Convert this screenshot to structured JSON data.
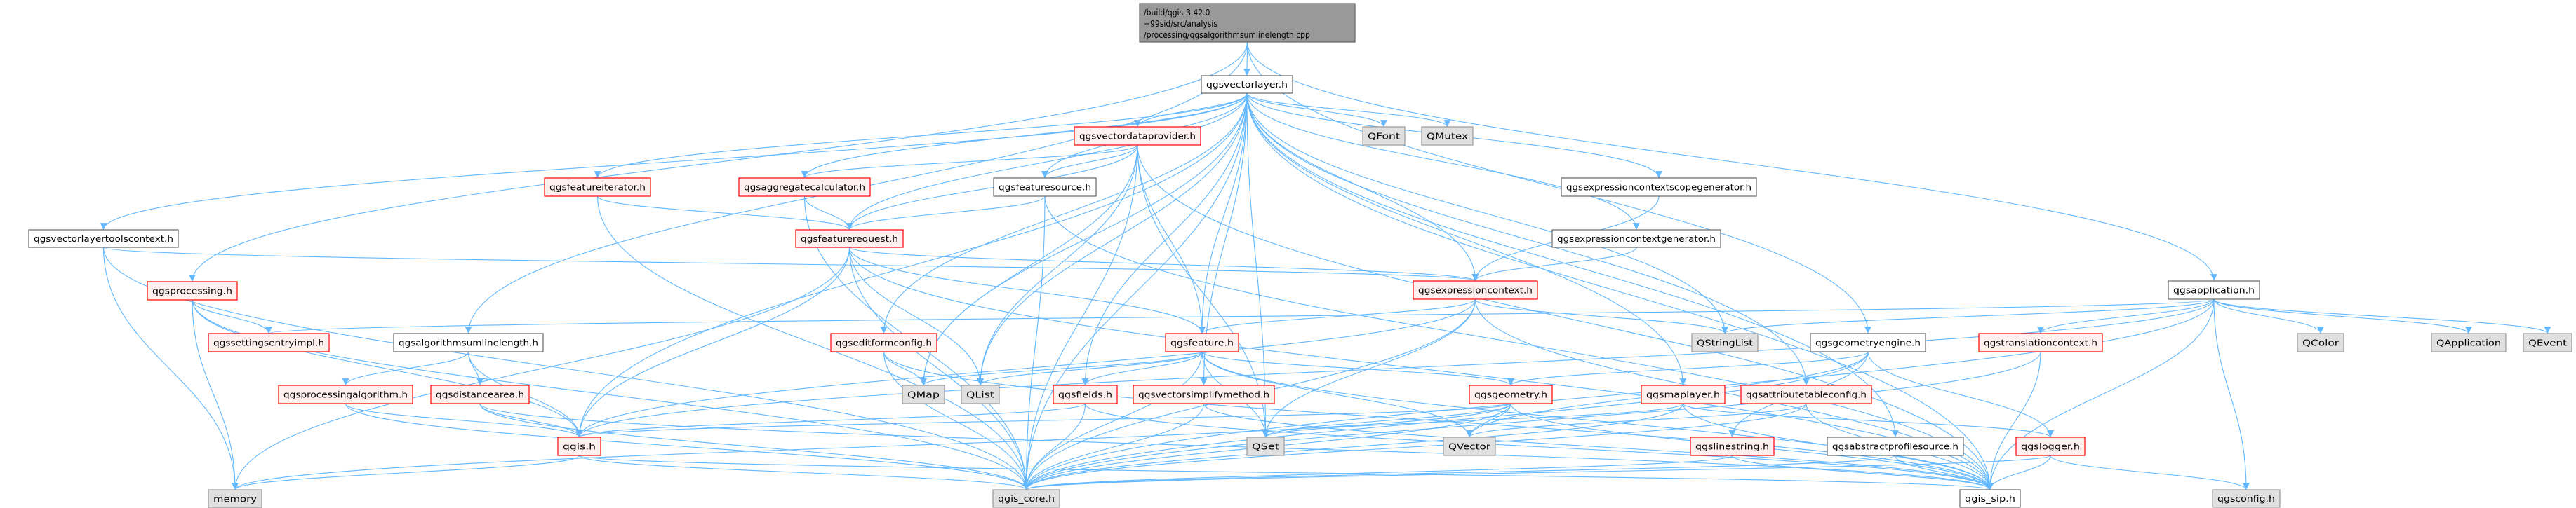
{
  "root": {
    "id": "root",
    "lines": [
      "/build/qgis-3.42.0",
      "+99sid/src/analysis",
      "/processing/qgsalgorithmsumlinelength.cpp"
    ]
  },
  "colors": {
    "edge": "#63b8ff",
    "red_border": "#ff0000",
    "red_fill": "#fff0f0",
    "gray_fill": "#e0e0e0",
    "root_fill": "#999999"
  },
  "nodes": [
    {
      "id": "vectorlayer",
      "label": "qgsvectorlayer.h",
      "style": "white"
    },
    {
      "id": "vectordataprovider",
      "label": "qgsvectordataprovider.h",
      "style": "red"
    },
    {
      "id": "QFont",
      "label": "QFont",
      "style": "gray"
    },
    {
      "id": "QMutex",
      "label": "QMutex",
      "style": "gray"
    },
    {
      "id": "aggregatecalculator",
      "label": "qgsaggregatecalculator.h",
      "style": "red"
    },
    {
      "id": "featuresource",
      "label": "qgsfeaturesource.h",
      "style": "white"
    },
    {
      "id": "featureiterator",
      "label": "qgsfeatureiterator.h",
      "style": "red"
    },
    {
      "id": "exprscopegen",
      "label": "qgsexpressioncontextscopegenerator.h",
      "style": "white"
    },
    {
      "id": "featurerequest",
      "label": "qgsfeaturerequest.h",
      "style": "red"
    },
    {
      "id": "vltoolscontext",
      "label": "qgsvectorlayertoolscontext.h",
      "style": "white"
    },
    {
      "id": "exprcontextgen",
      "label": "qgsexpressioncontextgenerator.h",
      "style": "white"
    },
    {
      "id": "processing",
      "label": "qgsprocessing.h",
      "style": "red"
    },
    {
      "id": "exprcontext",
      "label": "qgsexpressioncontext.h",
      "style": "red"
    },
    {
      "id": "application",
      "label": "qgsapplication.h",
      "style": "white"
    },
    {
      "id": "settingsentryimpl",
      "label": "qgssettingsentryimpl.h",
      "style": "red"
    },
    {
      "id": "algsumlinelength",
      "label": "qgsalgorithmsumlinelength.h",
      "style": "white"
    },
    {
      "id": "editformconfig",
      "label": "qgseditformconfig.h",
      "style": "red"
    },
    {
      "id": "feature",
      "label": "qgsfeature.h",
      "style": "red"
    },
    {
      "id": "QStringList",
      "label": "QStringList",
      "style": "gray"
    },
    {
      "id": "geometryengine",
      "label": "qgsgeometryengine.h",
      "style": "white"
    },
    {
      "id": "translationcontext",
      "label": "qgstranslationcontext.h",
      "style": "red"
    },
    {
      "id": "QColor",
      "label": "QColor",
      "style": "gray"
    },
    {
      "id": "QApplication",
      "label": "QApplication",
      "style": "gray"
    },
    {
      "id": "QEvent",
      "label": "QEvent",
      "style": "gray"
    },
    {
      "id": "processingalgorithm",
      "label": "qgsprocessingalgorithm.h",
      "style": "red"
    },
    {
      "id": "distancearea",
      "label": "qgsdistancearea.h",
      "style": "red"
    },
    {
      "id": "QMap",
      "label": "QMap",
      "style": "gray"
    },
    {
      "id": "QList",
      "label": "QList",
      "style": "gray"
    },
    {
      "id": "fields",
      "label": "qgsfields.h",
      "style": "red"
    },
    {
      "id": "vectorsimplify",
      "label": "qgsvectorsimplifymethod.h",
      "style": "red"
    },
    {
      "id": "geometry",
      "label": "qgsgeometry.h",
      "style": "red"
    },
    {
      "id": "maplayer",
      "label": "qgsmaplayer.h",
      "style": "red"
    },
    {
      "id": "attrtableconfig",
      "label": "qgsattributetableconfig.h",
      "style": "red"
    },
    {
      "id": "qgis",
      "label": "qgis.h",
      "style": "red"
    },
    {
      "id": "QSet",
      "label": "QSet",
      "style": "gray"
    },
    {
      "id": "QVector",
      "label": "QVector",
      "style": "gray"
    },
    {
      "id": "linestring",
      "label": "qgslinestring.h",
      "style": "red"
    },
    {
      "id": "abstractprofilesource",
      "label": "qgsabstractprofilesource.h",
      "style": "white"
    },
    {
      "id": "logger",
      "label": "qgslogger.h",
      "style": "red"
    },
    {
      "id": "memory",
      "label": "memory",
      "style": "gray"
    },
    {
      "id": "qgis_core",
      "label": "qgis_core.h",
      "style": "gray"
    },
    {
      "id": "qgis_sip",
      "label": "qgis_sip.h",
      "style": "white"
    },
    {
      "id": "qgsconfig",
      "label": "qgsconfig.h",
      "style": "gray"
    }
  ],
  "edges": [
    [
      "root",
      "vectorlayer"
    ],
    [
      "root",
      "processing"
    ],
    [
      "root",
      "algsumlinelength"
    ],
    [
      "root",
      "application"
    ],
    [
      "root",
      "geometryengine"
    ],
    [
      "vectorlayer",
      "vectordataprovider"
    ],
    [
      "vectorlayer",
      "QFont"
    ],
    [
      "vectorlayer",
      "QMutex"
    ],
    [
      "vectorlayer",
      "aggregatecalculator"
    ],
    [
      "vectorlayer",
      "featuresource"
    ],
    [
      "vectorlayer",
      "featureiterator"
    ],
    [
      "vectorlayer",
      "exprscopegen"
    ],
    [
      "vectorlayer",
      "featurerequest"
    ],
    [
      "vectorlayer",
      "vltoolscontext"
    ],
    [
      "vectorlayer",
      "exprcontextgen"
    ],
    [
      "vectorlayer",
      "exprcontext"
    ],
    [
      "vectorlayer",
      "editformconfig"
    ],
    [
      "vectorlayer",
      "feature"
    ],
    [
      "vectorlayer",
      "QStringList"
    ],
    [
      "vectorlayer",
      "QMap"
    ],
    [
      "vectorlayer",
      "QList"
    ],
    [
      "vectorlayer",
      "fields"
    ],
    [
      "vectorlayer",
      "vectorsimplify"
    ],
    [
      "vectorlayer",
      "maplayer"
    ],
    [
      "vectorlayer",
      "attrtableconfig"
    ],
    [
      "vectorlayer",
      "qgis"
    ],
    [
      "vectorlayer",
      "QSet"
    ],
    [
      "vectorlayer",
      "abstractprofilesource"
    ],
    [
      "vectorlayer",
      "qgis_core"
    ],
    [
      "vectorlayer",
      "qgis_sip"
    ],
    [
      "vectordataprovider",
      "aggregatecalculator"
    ],
    [
      "vectordataprovider",
      "featuresource"
    ],
    [
      "vectordataprovider",
      "featurerequest"
    ],
    [
      "vectordataprovider",
      "feature"
    ],
    [
      "vectordataprovider",
      "QMap"
    ],
    [
      "vectordataprovider",
      "QList"
    ],
    [
      "vectordataprovider",
      "QSet"
    ],
    [
      "vectordataprovider",
      "qgis_core"
    ],
    [
      "vectordataprovider",
      "qgis_sip"
    ],
    [
      "aggregatecalculator",
      "featurerequest"
    ],
    [
      "aggregatecalculator",
      "qgis_core"
    ],
    [
      "featuresource",
      "featurerequest"
    ],
    [
      "featuresource",
      "qgis_core"
    ],
    [
      "featuresource",
      "qgis_sip"
    ],
    [
      "featureiterator",
      "featurerequest"
    ],
    [
      "featureiterator",
      "qgis_core"
    ],
    [
      "featurerequest",
      "exprcontext"
    ],
    [
      "featurerequest",
      "feature"
    ],
    [
      "featurerequest",
      "QList"
    ],
    [
      "featurerequest",
      "qgis"
    ],
    [
      "featurerequest",
      "memory"
    ],
    [
      "featurerequest",
      "qgis_core"
    ],
    [
      "featurerequest",
      "qgis_sip"
    ],
    [
      "vltoolscontext",
      "exprcontext"
    ],
    [
      "vltoolscontext",
      "memory"
    ],
    [
      "vltoolscontext",
      "qgis_core"
    ],
    [
      "exprscopegen",
      "exprcontext"
    ],
    [
      "exprcontextgen",
      "exprcontext"
    ],
    [
      "processing",
      "settingsentryimpl"
    ],
    [
      "processing",
      "qgis"
    ],
    [
      "processing",
      "memory"
    ],
    [
      "processing",
      "qgis_core"
    ],
    [
      "algsumlinelength",
      "processingalgorithm"
    ],
    [
      "algsumlinelength",
      "distancearea"
    ],
    [
      "algsumlinelength",
      "qgis"
    ],
    [
      "processingalgorithm",
      "qgis"
    ],
    [
      "processingalgorithm",
      "qgis_core"
    ],
    [
      "distancearea",
      "qgis"
    ],
    [
      "distancearea",
      "qgis_core"
    ],
    [
      "distancearea",
      "qgis_sip"
    ],
    [
      "exprcontext",
      "feature"
    ],
    [
      "exprcontext",
      "QStringList"
    ],
    [
      "exprcontext",
      "QSet"
    ],
    [
      "exprcontext",
      "qgis"
    ],
    [
      "exprcontext",
      "qgis_core"
    ],
    [
      "exprcontext",
      "qgis_sip"
    ],
    [
      "editformconfig",
      "QMap"
    ],
    [
      "editformconfig",
      "qgis_core"
    ],
    [
      "editformconfig",
      "qgis_sip"
    ],
    [
      "feature",
      "QMap"
    ],
    [
      "feature",
      "QList"
    ],
    [
      "feature",
      "QSet"
    ],
    [
      "feature",
      "QVector"
    ],
    [
      "feature",
      "fields"
    ],
    [
      "feature",
      "geometry"
    ],
    [
      "feature",
      "qgis_core"
    ],
    [
      "feature",
      "qgis_sip"
    ],
    [
      "fields",
      "qgis"
    ],
    [
      "fields",
      "qgis_core"
    ],
    [
      "fields",
      "qgis_sip"
    ],
    [
      "vectorsimplify",
      "qgis_core"
    ],
    [
      "vectorsimplify",
      "qgis_sip"
    ],
    [
      "geometry",
      "QVector"
    ],
    [
      "geometry",
      "QSet"
    ],
    [
      "geometry",
      "qgis"
    ],
    [
      "geometry",
      "memory"
    ],
    [
      "geometry",
      "qgis_core"
    ],
    [
      "geometry",
      "qgis_sip"
    ],
    [
      "maplayer",
      "QSet"
    ],
    [
      "maplayer",
      "logger"
    ],
    [
      "maplayer",
      "qgis_core"
    ],
    [
      "maplayer",
      "qgis_sip"
    ],
    [
      "attrtableconfig",
      "QVector"
    ],
    [
      "attrtableconfig",
      "qgis_core"
    ],
    [
      "attrtableconfig",
      "qgis_sip"
    ],
    [
      "geometryengine",
      "geometry"
    ],
    [
      "geometryengine",
      "linestring"
    ],
    [
      "geometryengine",
      "logger"
    ],
    [
      "geometryengine",
      "QVector"
    ],
    [
      "geometryengine",
      "qgis_core"
    ],
    [
      "translationcontext",
      "qgis_core"
    ],
    [
      "translationcontext",
      "qgis_sip"
    ],
    [
      "linestring",
      "qgis_core"
    ],
    [
      "linestring",
      "qgis_sip"
    ],
    [
      "abstractprofilesource",
      "qgis_core"
    ],
    [
      "abstractprofilesource",
      "qgis_sip"
    ],
    [
      "logger",
      "qgis_core"
    ],
    [
      "logger",
      "qgis_sip"
    ],
    [
      "logger",
      "qgsconfig"
    ],
    [
      "application",
      "QColor"
    ],
    [
      "application",
      "QApplication"
    ],
    [
      "application",
      "QEvent"
    ],
    [
      "application",
      "QStringList"
    ],
    [
      "application",
      "translationcontext"
    ],
    [
      "application",
      "settingsentryimpl"
    ],
    [
      "application",
      "qgis"
    ],
    [
      "application",
      "qgsconfig"
    ],
    [
      "application",
      "qgis_core"
    ],
    [
      "application",
      "qgis_sip"
    ],
    [
      "qgis",
      "memory"
    ],
    [
      "qgis",
      "qgis_core"
    ],
    [
      "qgis",
      "qgis_sip"
    ]
  ]
}
